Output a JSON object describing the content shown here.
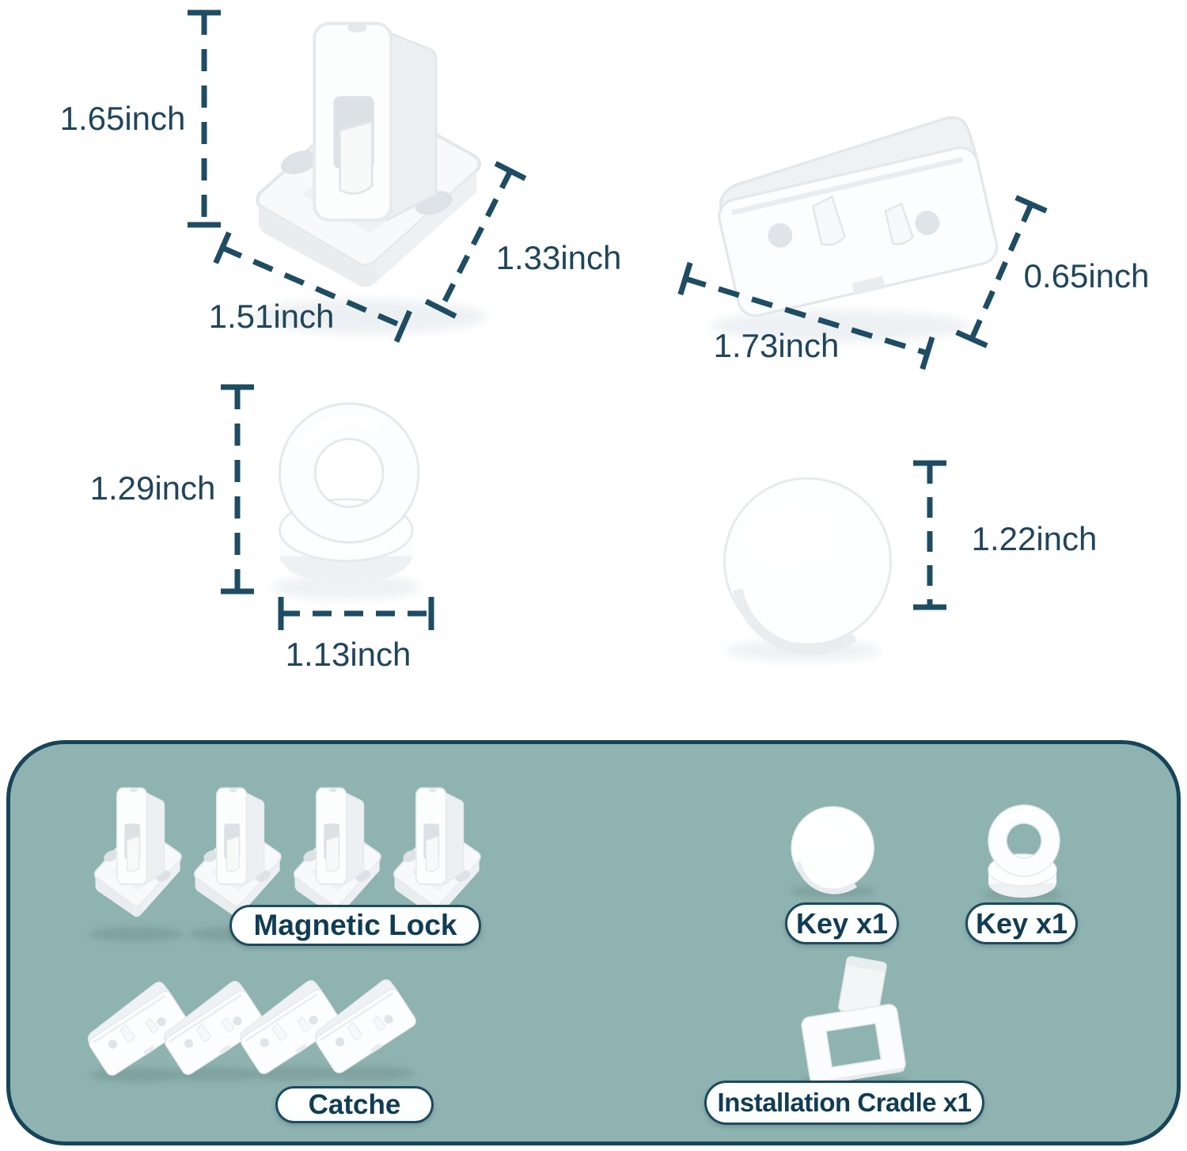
{
  "product": "magnetic cabinet lock kit dimension diagram",
  "annotations": {
    "lock_height": "1.65inch",
    "lock_width": "1.51inch",
    "lock_depth": "1.33inch",
    "catch_width": "1.73inch",
    "catch_height": "0.65inch",
    "loop_key_height": "1.29inch",
    "loop_key_width": "1.13inch",
    "disc_key_height": "1.22inch"
  },
  "labels": {
    "magnetic_lock": "Magnetic Lock",
    "catch": "Catche",
    "key_disc": "Key x1",
    "key_loop": "Key x1",
    "cradle": "Installation Cradle x1"
  },
  "kit_contents": {
    "magnetic_lock_count": 4,
    "catch_count": 4,
    "disc_key_count": 1,
    "loop_key_count": 1,
    "cradle_count": 1
  },
  "items_depicted": [
    "magnetic-lock",
    "catch-plate",
    "loop-magnet-key",
    "disc-magnet-key",
    "installation-cradle"
  ],
  "colors": {
    "annotation": "#1e4c63",
    "dim_text": "#21455a",
    "panel_background": "#8fb3b0",
    "panel_border": "#16455a",
    "pill_border": "#1d4a5e",
    "pill_text": "#113c53",
    "page_background": "#ffffff"
  }
}
